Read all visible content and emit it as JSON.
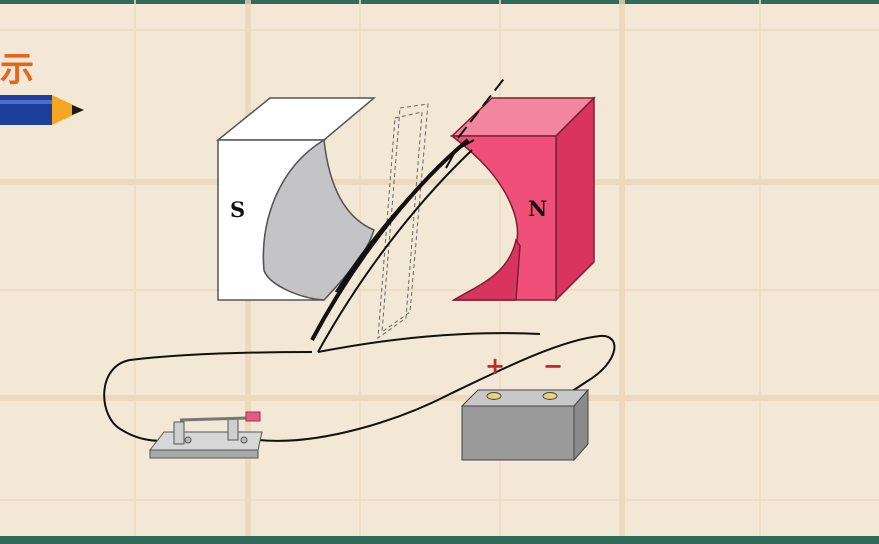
{
  "header": {
    "title": "示"
  },
  "magnets": {
    "south": {
      "label": "S",
      "color": "#ffffff"
    },
    "north": {
      "label": "N",
      "color": "#ef4f79"
    }
  },
  "battery": {
    "plus": "+",
    "minus": "−",
    "color": "#9a9a9a"
  },
  "colors": {
    "paper": "#f3e8d6",
    "grid": "#e8d2b0",
    "arrow": "#1c3f9a",
    "arrow_tip": "#f5a623",
    "title": "#e4661c",
    "battery_terminal_plus": "#c62828"
  }
}
